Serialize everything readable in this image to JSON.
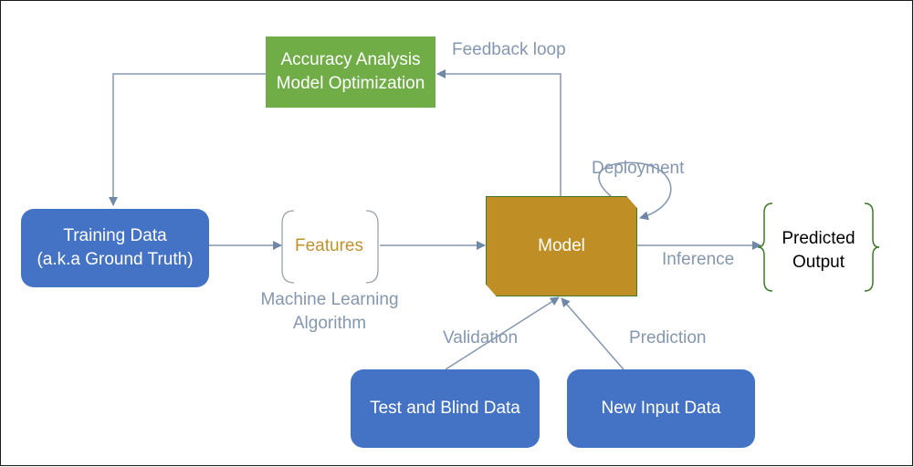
{
  "nodes": {
    "accuracy": {
      "line1": "Accuracy Analysis",
      "line2": "Model Optimization"
    },
    "training": {
      "line1": "Training Data",
      "line2": "(a.k.a Ground Truth)"
    },
    "features": "Features",
    "model": "Model",
    "predicted": {
      "line1": "Predicted",
      "line2": "Output"
    },
    "test": "Test and Blind Data",
    "new_input": "New Input Data"
  },
  "labels": {
    "feedback": "Feedback loop",
    "deployment": "Deployment",
    "ml_algo": {
      "line1": "Machine Learning",
      "line2": "Algorithm"
    },
    "inference": "Inference",
    "validation": "Validation",
    "prediction": "Prediction"
  },
  "colors": {
    "blue_box": "#4472c4",
    "green_box": "#70ad47",
    "model_box": "#bf8f25",
    "arrow": "#8497b0",
    "label": "#8497b0",
    "features_text": "#c0922a",
    "output_brace": "#3d7a28"
  }
}
